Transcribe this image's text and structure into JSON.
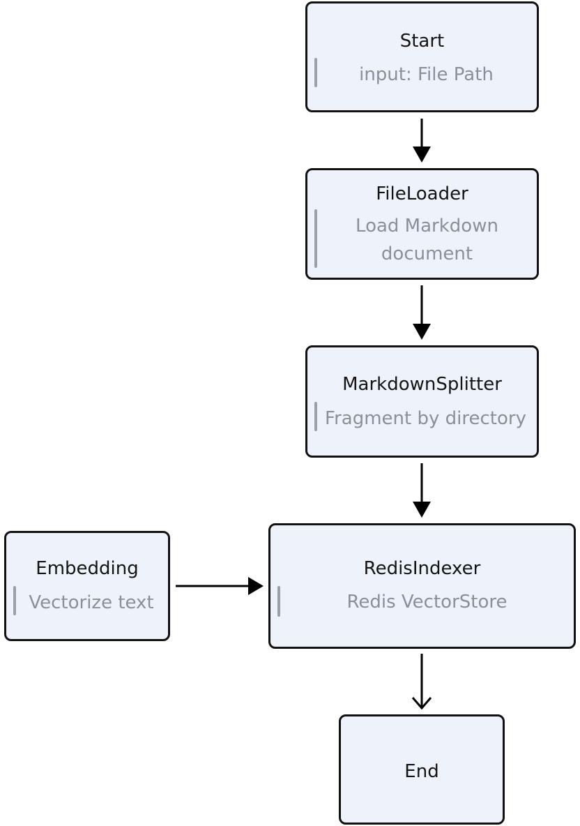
{
  "nodes": {
    "start": {
      "title": "Start",
      "description": "input: File Path"
    },
    "file_loader": {
      "title": "FileLoader",
      "description": "Load Markdown document"
    },
    "markdown_splitter": {
      "title": "MarkdownSplitter",
      "description": "Fragment by directory"
    },
    "embedding": {
      "title": "Embedding",
      "description": "Vectorize text"
    },
    "redis_indexer": {
      "title": "RedisIndexer",
      "description": "Redis VectorStore"
    },
    "end": {
      "title": "End"
    }
  },
  "edges": [
    {
      "from": "start",
      "to": "file_loader"
    },
    {
      "from": "file_loader",
      "to": "markdown_splitter"
    },
    {
      "from": "markdown_splitter",
      "to": "redis_indexer"
    },
    {
      "from": "embedding",
      "to": "redis_indexer"
    },
    {
      "from": "redis_indexer",
      "to": "end"
    }
  ],
  "colors": {
    "node_fill": "#eef2fb",
    "node_border": "#111111",
    "title_text": "#141414",
    "description_text": "#8b8f98",
    "accent_bar": "#9aa0a8",
    "edge": "#000000"
  }
}
